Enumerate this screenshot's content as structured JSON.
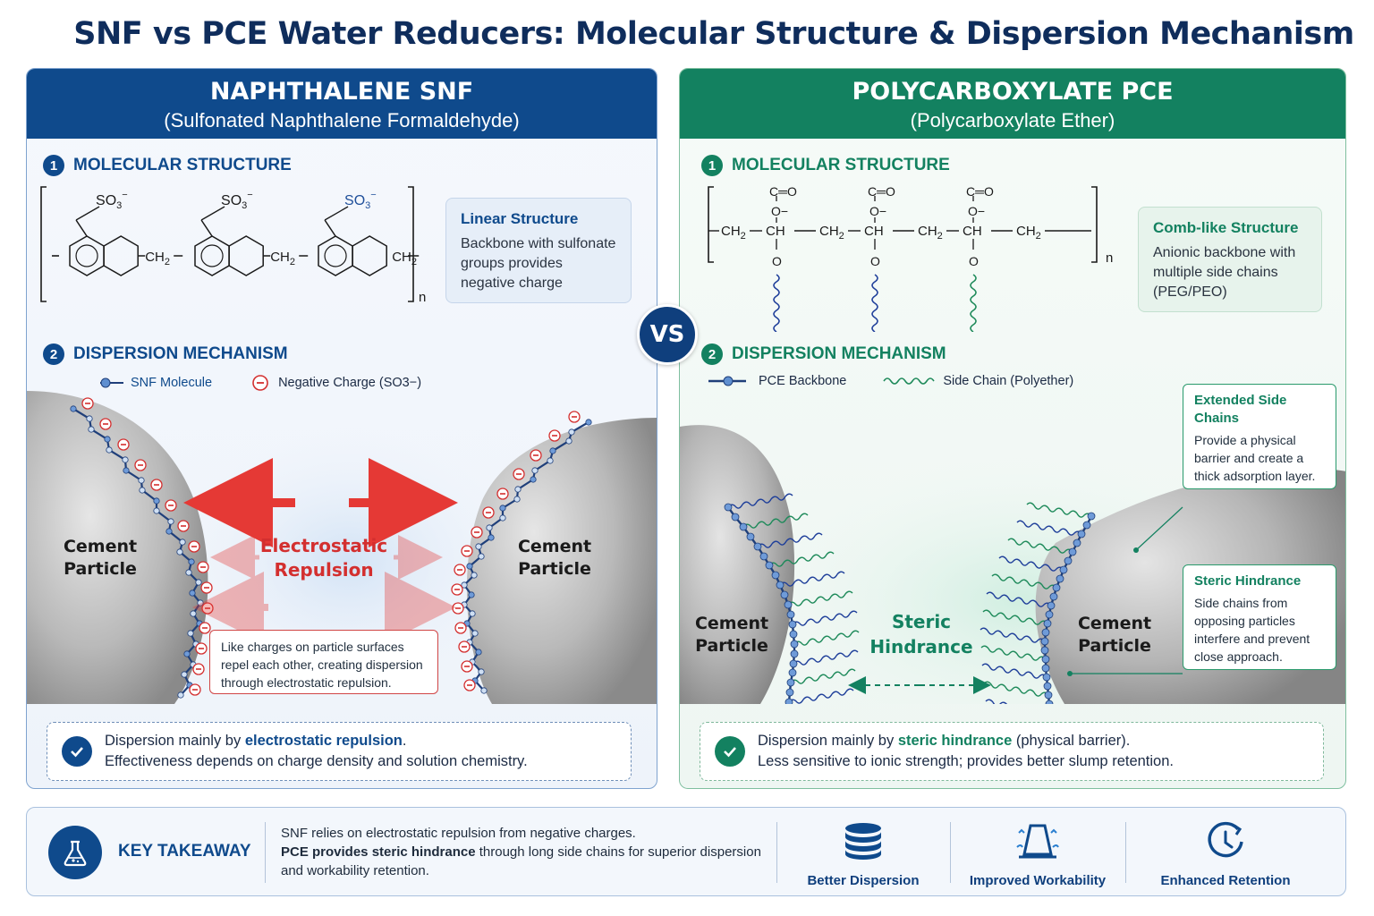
{
  "title": "SNF vs PCE Water Reducers: Molecular Structure & Dispersion Mechanism",
  "vs_label": "VS",
  "left": {
    "title": "NAPHTHALENE SNF",
    "subtitle": "(Sulfonated Naphthalene Formaldehyde)",
    "sec1": {
      "num": "1",
      "label": "MOLECULAR STRUCTURE"
    },
    "sec2": {
      "num": "2",
      "label": "DISPERSION MECHANISM"
    },
    "formula": {
      "group": "SO3",
      "charge": "−",
      "linker": "CH2",
      "repeat": "n"
    },
    "structure_box": {
      "title": "Linear Structure",
      "text": "Backbone with sulfonate groups provides negative charge"
    },
    "legend": {
      "molecule": "SNF Molecule",
      "charge": "Negative Charge (SO3−)"
    },
    "particle_label": [
      "Cement",
      "Particle"
    ],
    "force_label": [
      "Electrostatic",
      "Repulsion"
    ],
    "note": "Like charges on particle surfaces repel each other, creating dispersion through electrostatic repulsion.",
    "summary": {
      "line1_pre": "Dispersion mainly by ",
      "line1_hl": "electrostatic repulsion",
      "line1_post": ".",
      "line2": "Effectiveness depends on charge density and solution chemistry."
    }
  },
  "right": {
    "title": "POLYCARBOXYLATE PCE",
    "subtitle": "(Polycarboxylate Ether)",
    "sec1": {
      "num": "1",
      "label": "MOLECULAR STRUCTURE"
    },
    "sec2": {
      "num": "2",
      "label": "DISPERSION MECHANISM"
    },
    "formula": {
      "carbonyl": "C═O",
      "oxyanion": "O−",
      "ch2": "CH2",
      "ch": "CH",
      "oxygen": "O",
      "repeat": "n"
    },
    "structure_box": {
      "title": "Comb-like Structure",
      "text": "Anionic backbone with multiple side chains (PEG/PEO)"
    },
    "legend": {
      "backbone": "PCE Backbone",
      "side_chain": "Side Chain (Polyether)"
    },
    "particle_label": [
      "Cement",
      "Particle"
    ],
    "force_label": [
      "Steric",
      "Hindrance"
    ],
    "note1": {
      "title": "Extended Side Chains",
      "text": "Provide a physical barrier and create a thick adsorption layer."
    },
    "note2": {
      "title": "Steric Hindrance",
      "text": "Side chains from opposing particles interfere and prevent close approach."
    },
    "summary": {
      "line1_pre": "Dispersion mainly by ",
      "line1_hl": "steric hindrance",
      "line1_post": " (physical barrier).",
      "line2": "Less sensitive to ionic strength; provides better slump retention."
    }
  },
  "takeaway": {
    "label": "KEY TAKEAWAY",
    "line1": "SNF relies on electrostatic repulsion from negative charges.",
    "line2_hl": "PCE provides steric hindrance",
    "line2_rest": " through long side chains for superior dispersion and workability retention.",
    "benefits": [
      {
        "label": "Better Dispersion",
        "icon": "stacked-layers-icon"
      },
      {
        "label": "Improved Workability",
        "icon": "slump-cone-icon"
      },
      {
        "label": "Enhanced Retention",
        "icon": "clock-icon"
      }
    ]
  },
  "colors": {
    "snf_blue": "#0f4a8c",
    "pce_green": "#138160",
    "charge_red": "#d32f2f",
    "side_chain_blue": "#1f3f9a",
    "side_chain_green": "#1e8a5a"
  }
}
